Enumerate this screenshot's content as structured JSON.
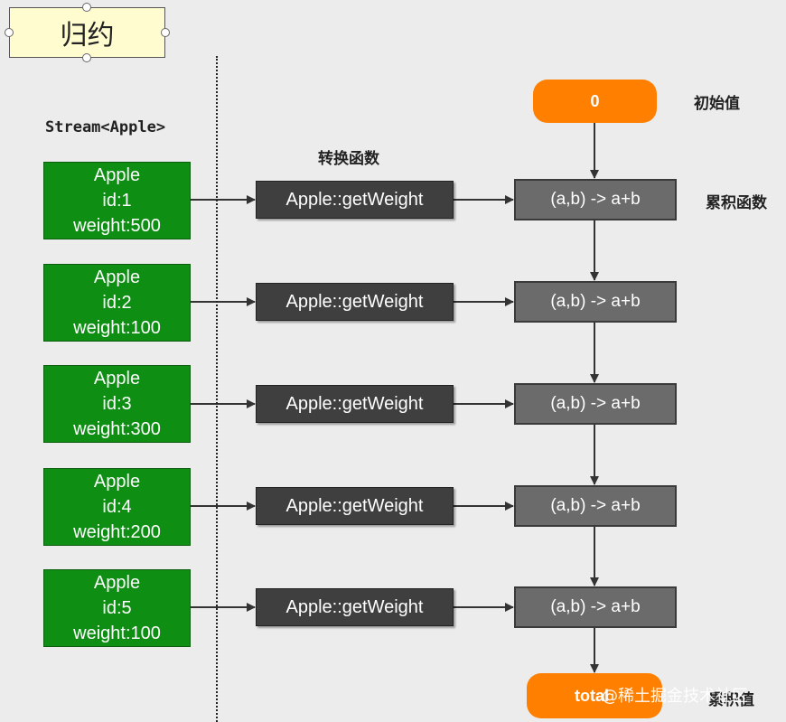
{
  "title": "归约",
  "stream_label": "Stream<Apple>",
  "transform_label": "转换函数",
  "initial_label": "初始值",
  "accumulator_label": "累积函数",
  "result_label": "累积值",
  "initial_value": "0",
  "result_value": "total",
  "function_text": "Apple::getWeight",
  "accumulator_text": "(a,b) -> a+b",
  "watermark": "@稀土掘金技术社区",
  "apples": [
    {
      "name": "Apple",
      "id": "id:1",
      "weight": "weight:500"
    },
    {
      "name": "Apple",
      "id": "id:2",
      "weight": "weight:100"
    },
    {
      "name": "Apple",
      "id": "id:3",
      "weight": "weight:300"
    },
    {
      "name": "Apple",
      "id": "id:4",
      "weight": "weight:200"
    },
    {
      "name": "Apple",
      "id": "id:5",
      "weight": "weight:100"
    }
  ],
  "colors": {
    "apple_fill": "#0e8f14",
    "function_fill": "#3f3f3f",
    "accumulator_fill": "#6b6b6b",
    "value_fill": "#ff8000",
    "title_fill": "#fffccf",
    "background": "#ececec"
  }
}
